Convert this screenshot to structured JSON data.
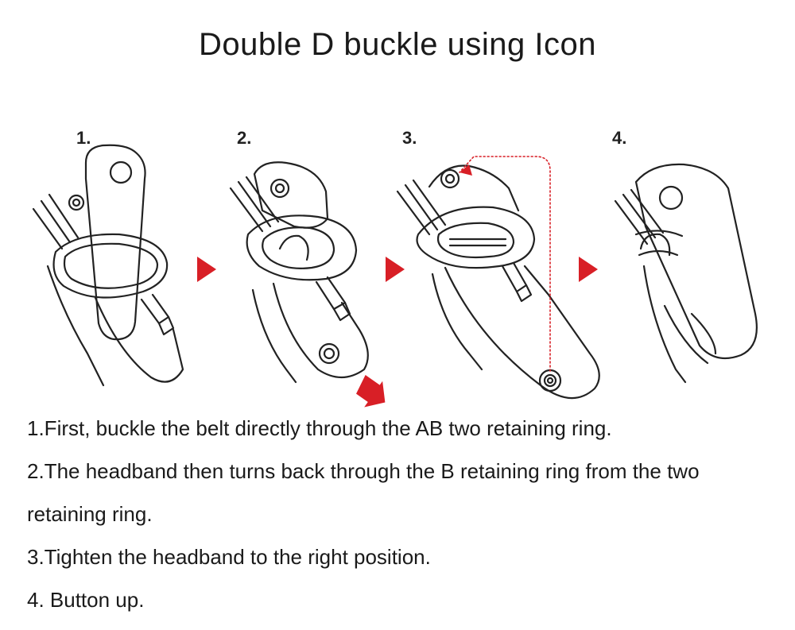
{
  "title": "Double D buckle using Icon",
  "steps": [
    {
      "number": "1."
    },
    {
      "number": "2."
    },
    {
      "number": "3."
    },
    {
      "number": "4."
    }
  ],
  "instructions": [
    "1.First, buckle the belt directly through the AB two retaining ring.",
    "2.The headband then turns back through the B retaining ring from the two retaining ring.",
    "3.Tighten the headband to the right position.",
    "4. Button up."
  ],
  "colors": {
    "arrow": "#d81f26",
    "line": "#222222"
  }
}
